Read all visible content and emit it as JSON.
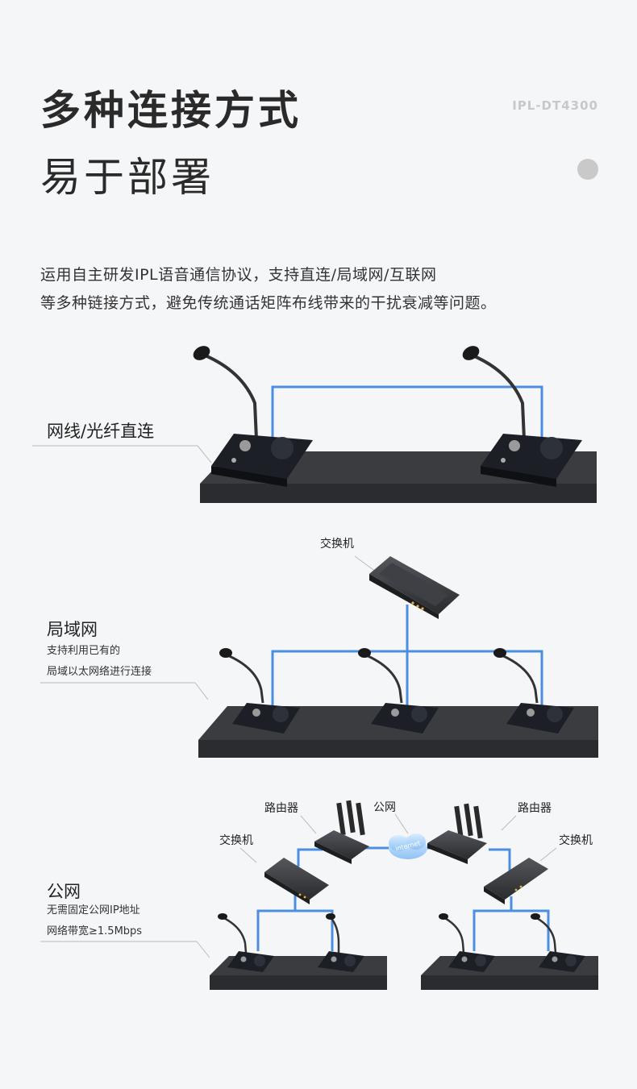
{
  "header": {
    "title_line1": "多种连接方式",
    "title_line2": "易于部署",
    "model": "IPL-DT4300"
  },
  "intro": {
    "line1": "运用自主研发IPL语音通信协议，支持直连/局域网/互联网",
    "line2": "等多种链接方式，避免传统通话矩阵布线带来的干扰衰减等问题。"
  },
  "sections": {
    "direct": {
      "title": "网线/光纤直连"
    },
    "lan": {
      "title": "局域网",
      "sub1": "支持利用已有的",
      "sub2": "局域以太网络进行连接",
      "switch_label": "交换机"
    },
    "wan": {
      "title": "公网",
      "sub1": "无需固定公网IP地址",
      "sub2": "网络带宽≥1.5Mbps",
      "router_left": "路由器",
      "router_right": "路由器",
      "switch_left": "交换机",
      "switch_right": "交换机",
      "cloud_label": "公网",
      "cloud_text": "internet"
    }
  },
  "colors": {
    "cable": "#4a8fe0",
    "table": "#2f3033",
    "device": "#1e2228"
  }
}
